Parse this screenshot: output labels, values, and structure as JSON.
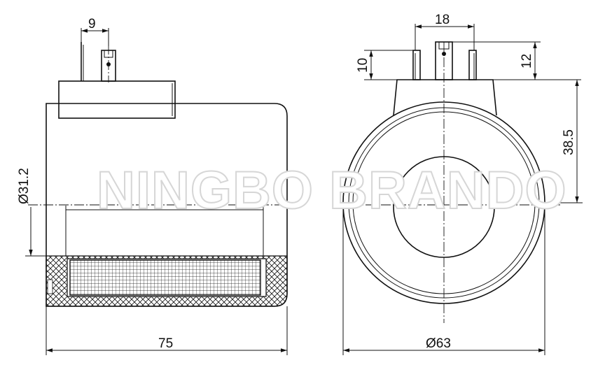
{
  "watermark": "NINGBO BRANDO",
  "side_view": {
    "dims": {
      "pin_spacing": "9",
      "inner_diameter": "Ø31.2",
      "length": "75"
    }
  },
  "front_view": {
    "dims": {
      "pin_spacing": "18",
      "pin_height_left": "10",
      "pin_height_right": "12",
      "center_height": "38.5",
      "outer_diameter": "Ø63"
    }
  }
}
